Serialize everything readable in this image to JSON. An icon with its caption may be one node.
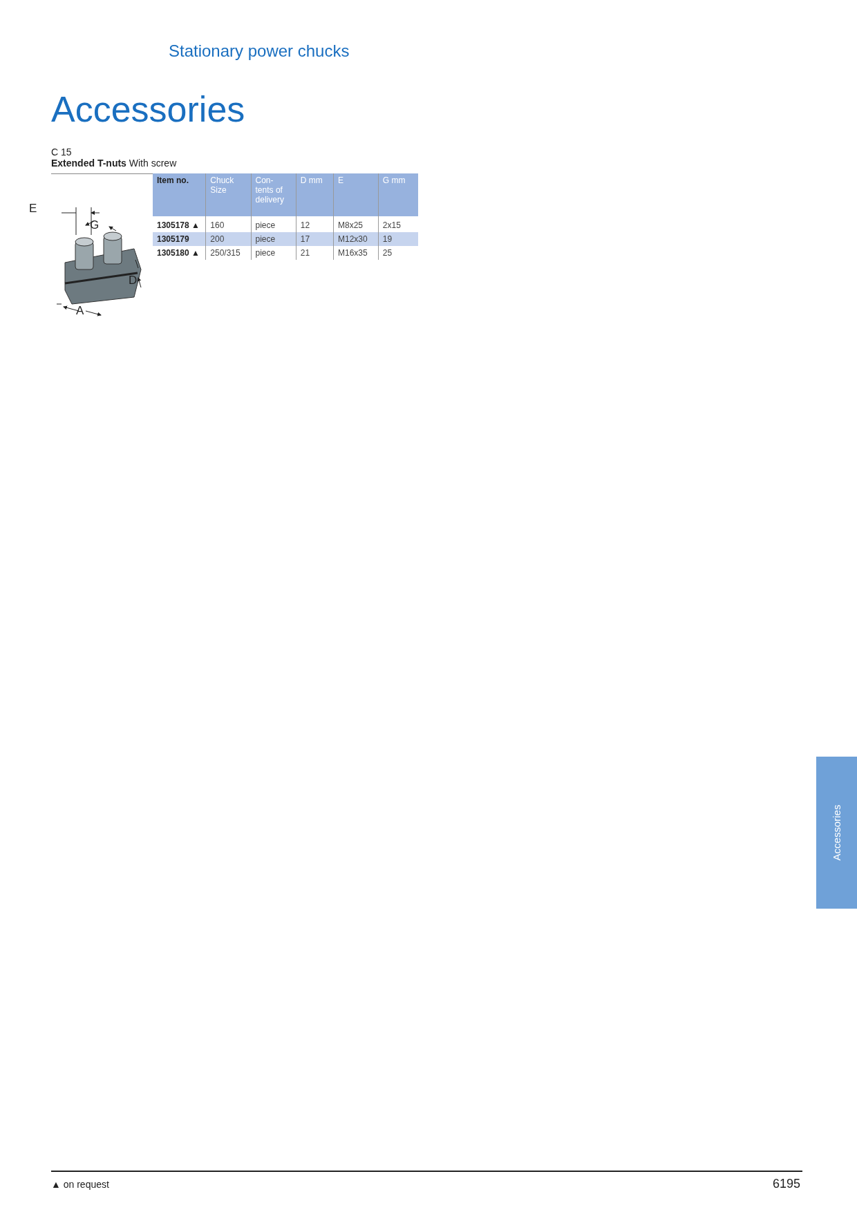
{
  "diagram": {
    "title": "Accessories",
    "labels": [
      "Stationary power chucks",
      "C 15",
      "**Extended T-nuts** With screw",
      "E",
      "G",
      "D",
      "A",
      "Item no.",
      "Chuck Size",
      "Con- tents of delivery",
      "D mm",
      "E",
      "G mm",
      "1305178 ▲",
      "160",
      "piece",
      "12",
      "M8x25",
      "2x15",
      "1305179",
      "200",
      "piece",
      "17",
      "M12x30",
      "19",
      "1305180 ▲",
      "250/315",
      "piece",
      "21",
      "M16x35",
      "25",
      "▲ on request",
      "6195",
      "Accessories"
    ]
  }
}
